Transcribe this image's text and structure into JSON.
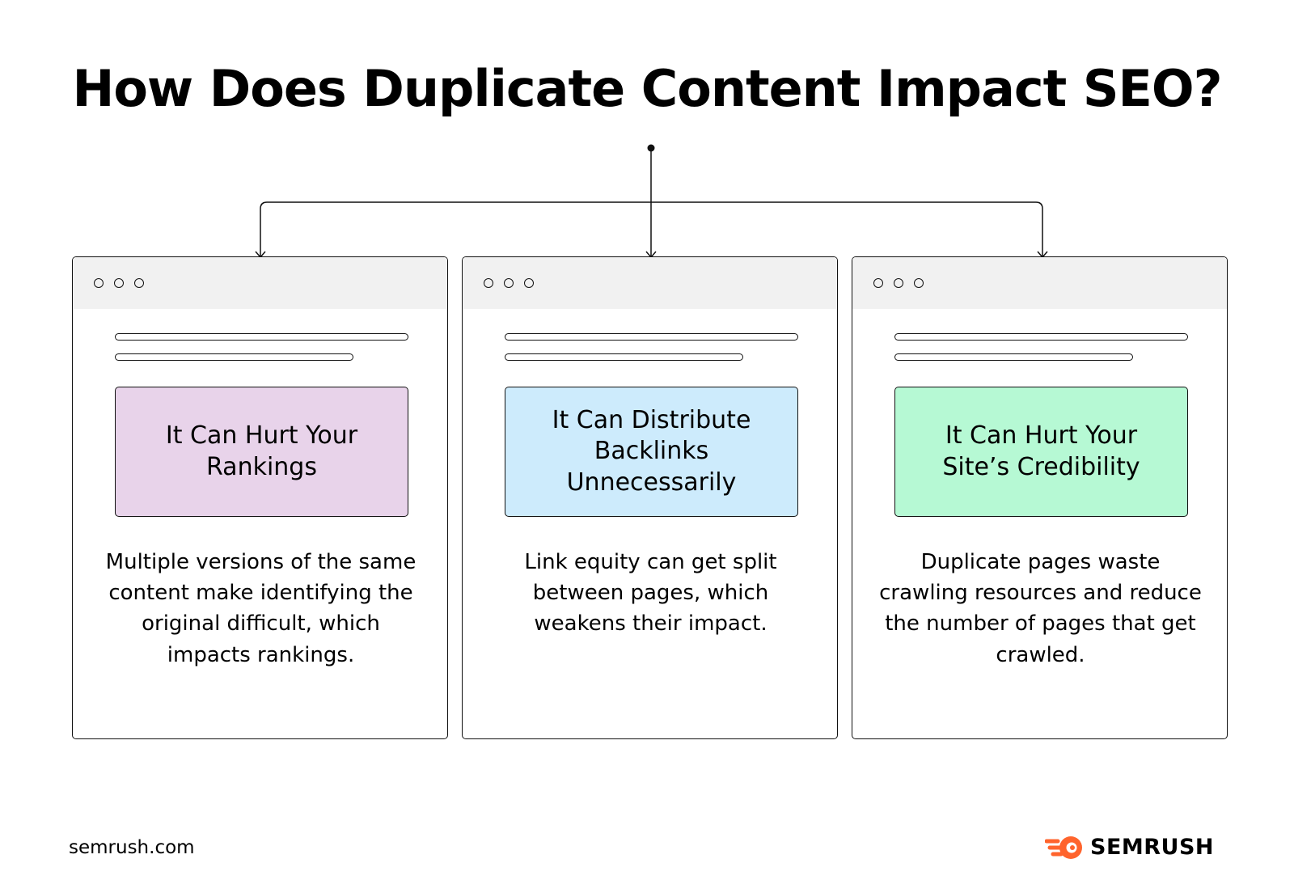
{
  "title": "How Does Duplicate Content Impact SEO?",
  "cards": [
    {
      "label": "It Can Hurt Your Rankings",
      "label_color": "#e8d3ea",
      "description": "Multiple versions of the same content make identifying the original difficult, which impacts rankings."
    },
    {
      "label": "It Can Distribute Backlinks Unnecessarily",
      "label_color": "#cdebfc",
      "description": "Link equity can get split between pages, which weakens their impact."
    },
    {
      "label": "It Can Hurt Your Site’s Credibility",
      "label_color": "#b6f9d4",
      "description": "Duplicate pages waste crawling resources and reduce the number of pages that get crawled."
    }
  ],
  "footer": {
    "website": "semrush.com",
    "brand_name": "SEMRUSH",
    "brand_color": "#ff642d",
    "brand_icon": "semrush-flame-icon"
  }
}
